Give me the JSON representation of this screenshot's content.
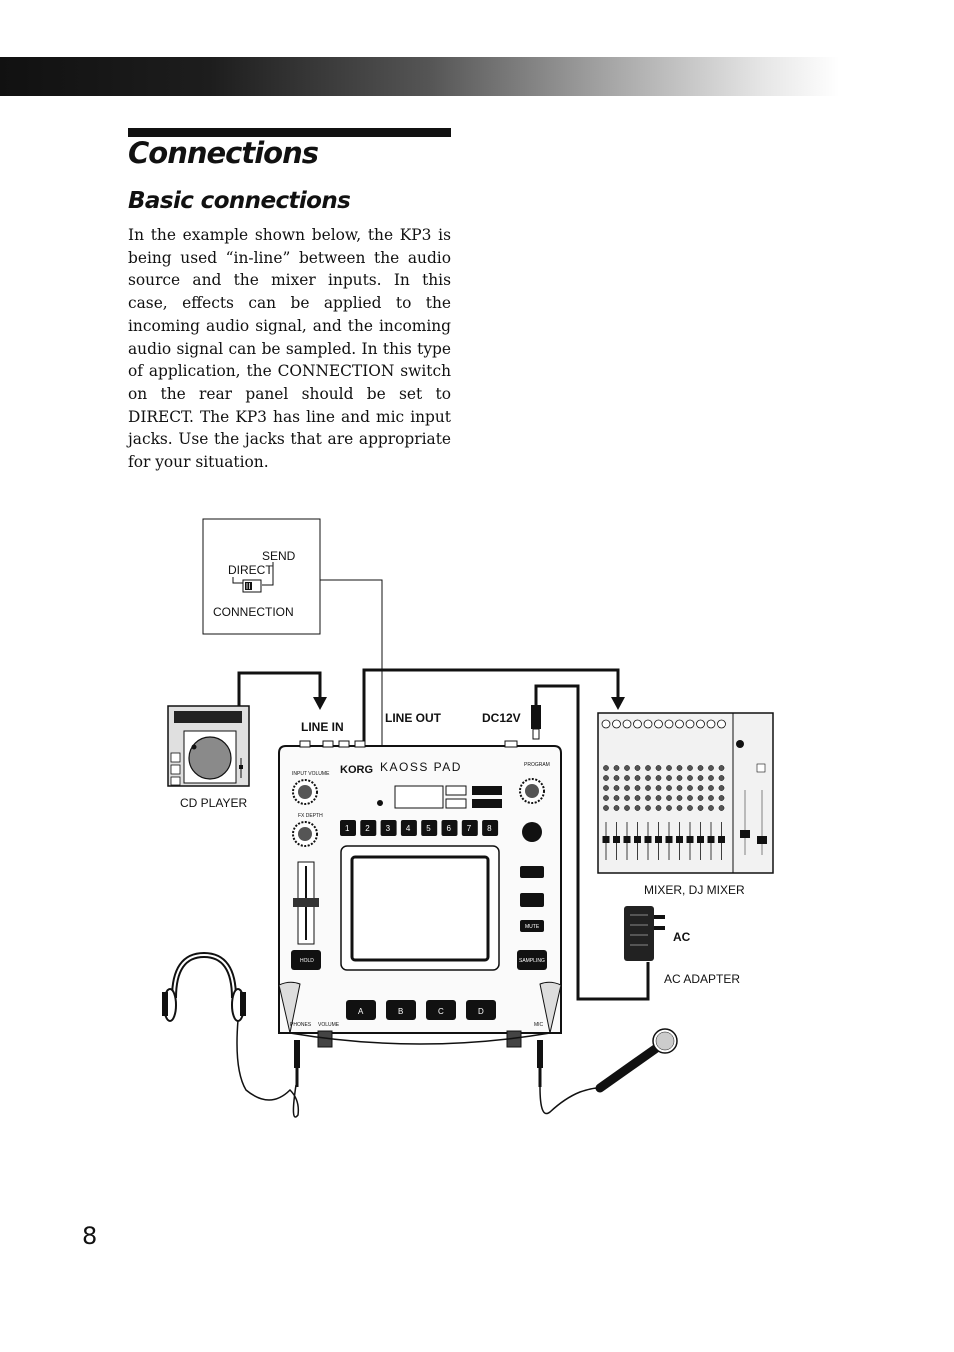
{
  "page": {
    "title": "Connections",
    "subtitle": "Basic connections",
    "body": "In the example shown below, the KP3 is being used “in-line” between the audio source and the mixer inputs. In this case, effects can be applied to the incoming audio signal, and the incoming audio signal can be sampled. In this type of application, the CONNECTION switch on the rear panel should be set to DIRECT. The KP3 has line and mic input jacks. Use the jacks that are appropriate for your situation.",
    "page_number": "8"
  },
  "diagram": {
    "switch_send": "SEND",
    "switch_direct": "DIRECT",
    "switch_connection": "CONNECTION",
    "line_in": "LINE IN",
    "line_out": "LINE OUT",
    "dc12v": "DC12V",
    "cd_player": "CD PLAYER",
    "mixer": "MIXER, DJ MIXER",
    "ac": "AC",
    "ac_adapter": "AC ADAPTER",
    "device_logo": "KORG",
    "device_name": "KAOSS PAD",
    "pad_buttons": [
      "A",
      "B",
      "C",
      "D"
    ],
    "memory_buttons": [
      "1",
      "2",
      "3",
      "4",
      "5",
      "6",
      "7",
      "8"
    ],
    "hold": "HOLD",
    "sampling": "SAMPLING",
    "mute": "MUTE",
    "input_volume": "INPUT VOLUME",
    "fx_depth": "FX DEPTH",
    "program": "PROGRAM",
    "phones": "PHONES",
    "volume": "VOLUME",
    "mic": "MIC"
  }
}
